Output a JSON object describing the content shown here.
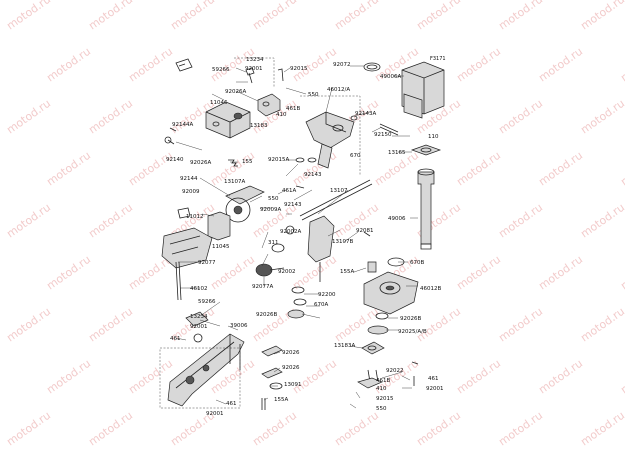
{
  "ref_code": "F3171",
  "watermark_text": "motod.ru",
  "part_labels": [
    "13234",
    "59266",
    "92001",
    "92015",
    "550",
    "92072",
    "49006A",
    "92026A",
    "11046",
    "461B",
    "410",
    "13183",
    "46012/A",
    "92143A",
    "92144A",
    "92150",
    "110",
    "92140",
    "92026A",
    "155",
    "92015A",
    "670",
    "13165",
    "92144",
    "13107A",
    "461A",
    "92143",
    "92009",
    "13107",
    "550",
    "49006",
    "11012",
    "92009A",
    "92143",
    "11045",
    "92002A",
    "13107B",
    "92081",
    "311",
    "92002",
    "155A",
    "670B",
    "92077",
    "92077A",
    "92200",
    "46102",
    "670A",
    "46012B",
    "59266",
    "13234",
    "92026B",
    "92026B",
    "39006",
    "92001",
    "92025/A/B",
    "461",
    "92026",
    "13183A",
    "92026",
    "92022",
    "461",
    "13091",
    "92001",
    "461B",
    "410",
    "461",
    "155A",
    "92015",
    "92001",
    "550"
  ],
  "colors": {
    "line": "#222222",
    "fill": "#d8d8d8",
    "watermark": "#e8a0a0",
    "background": "#ffffff"
  }
}
